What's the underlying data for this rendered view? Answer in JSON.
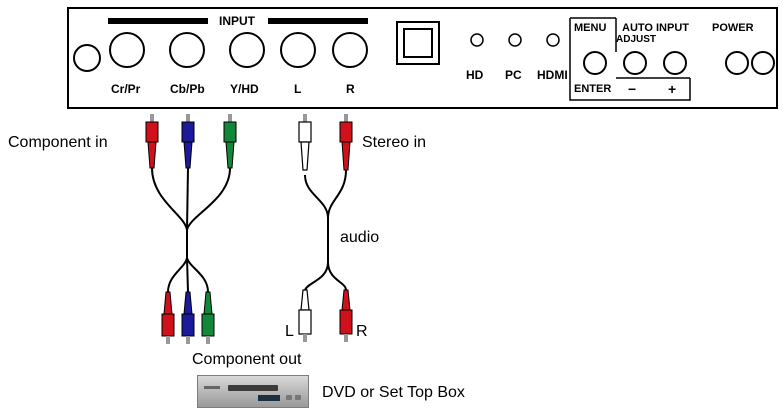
{
  "panel": {
    "group_label": "INPUT",
    "jacks": [
      "Cr/Pr",
      "Cb/Pb",
      "Y/HD",
      "L",
      "R"
    ],
    "indicators": [
      "HD",
      "PC",
      "HDMI"
    ],
    "buttons": {
      "menu": "MENU",
      "auto_top": "AUTO",
      "auto_bottom": "ADJUST",
      "input": "INPUT",
      "power": "POWER",
      "enter": "ENTER",
      "minus": "−",
      "plus": "+"
    }
  },
  "labels": {
    "component_in": "Component in",
    "stereo_in": "Stereo in",
    "audio": "audio",
    "left": "L",
    "right": "R",
    "component_out": "Component out",
    "device": "DVD or Set Top Box"
  },
  "colors": {
    "red": "#d0101a",
    "blue": "#1a1a9a",
    "green": "#12873a",
    "white_plug": "#ffffff"
  }
}
